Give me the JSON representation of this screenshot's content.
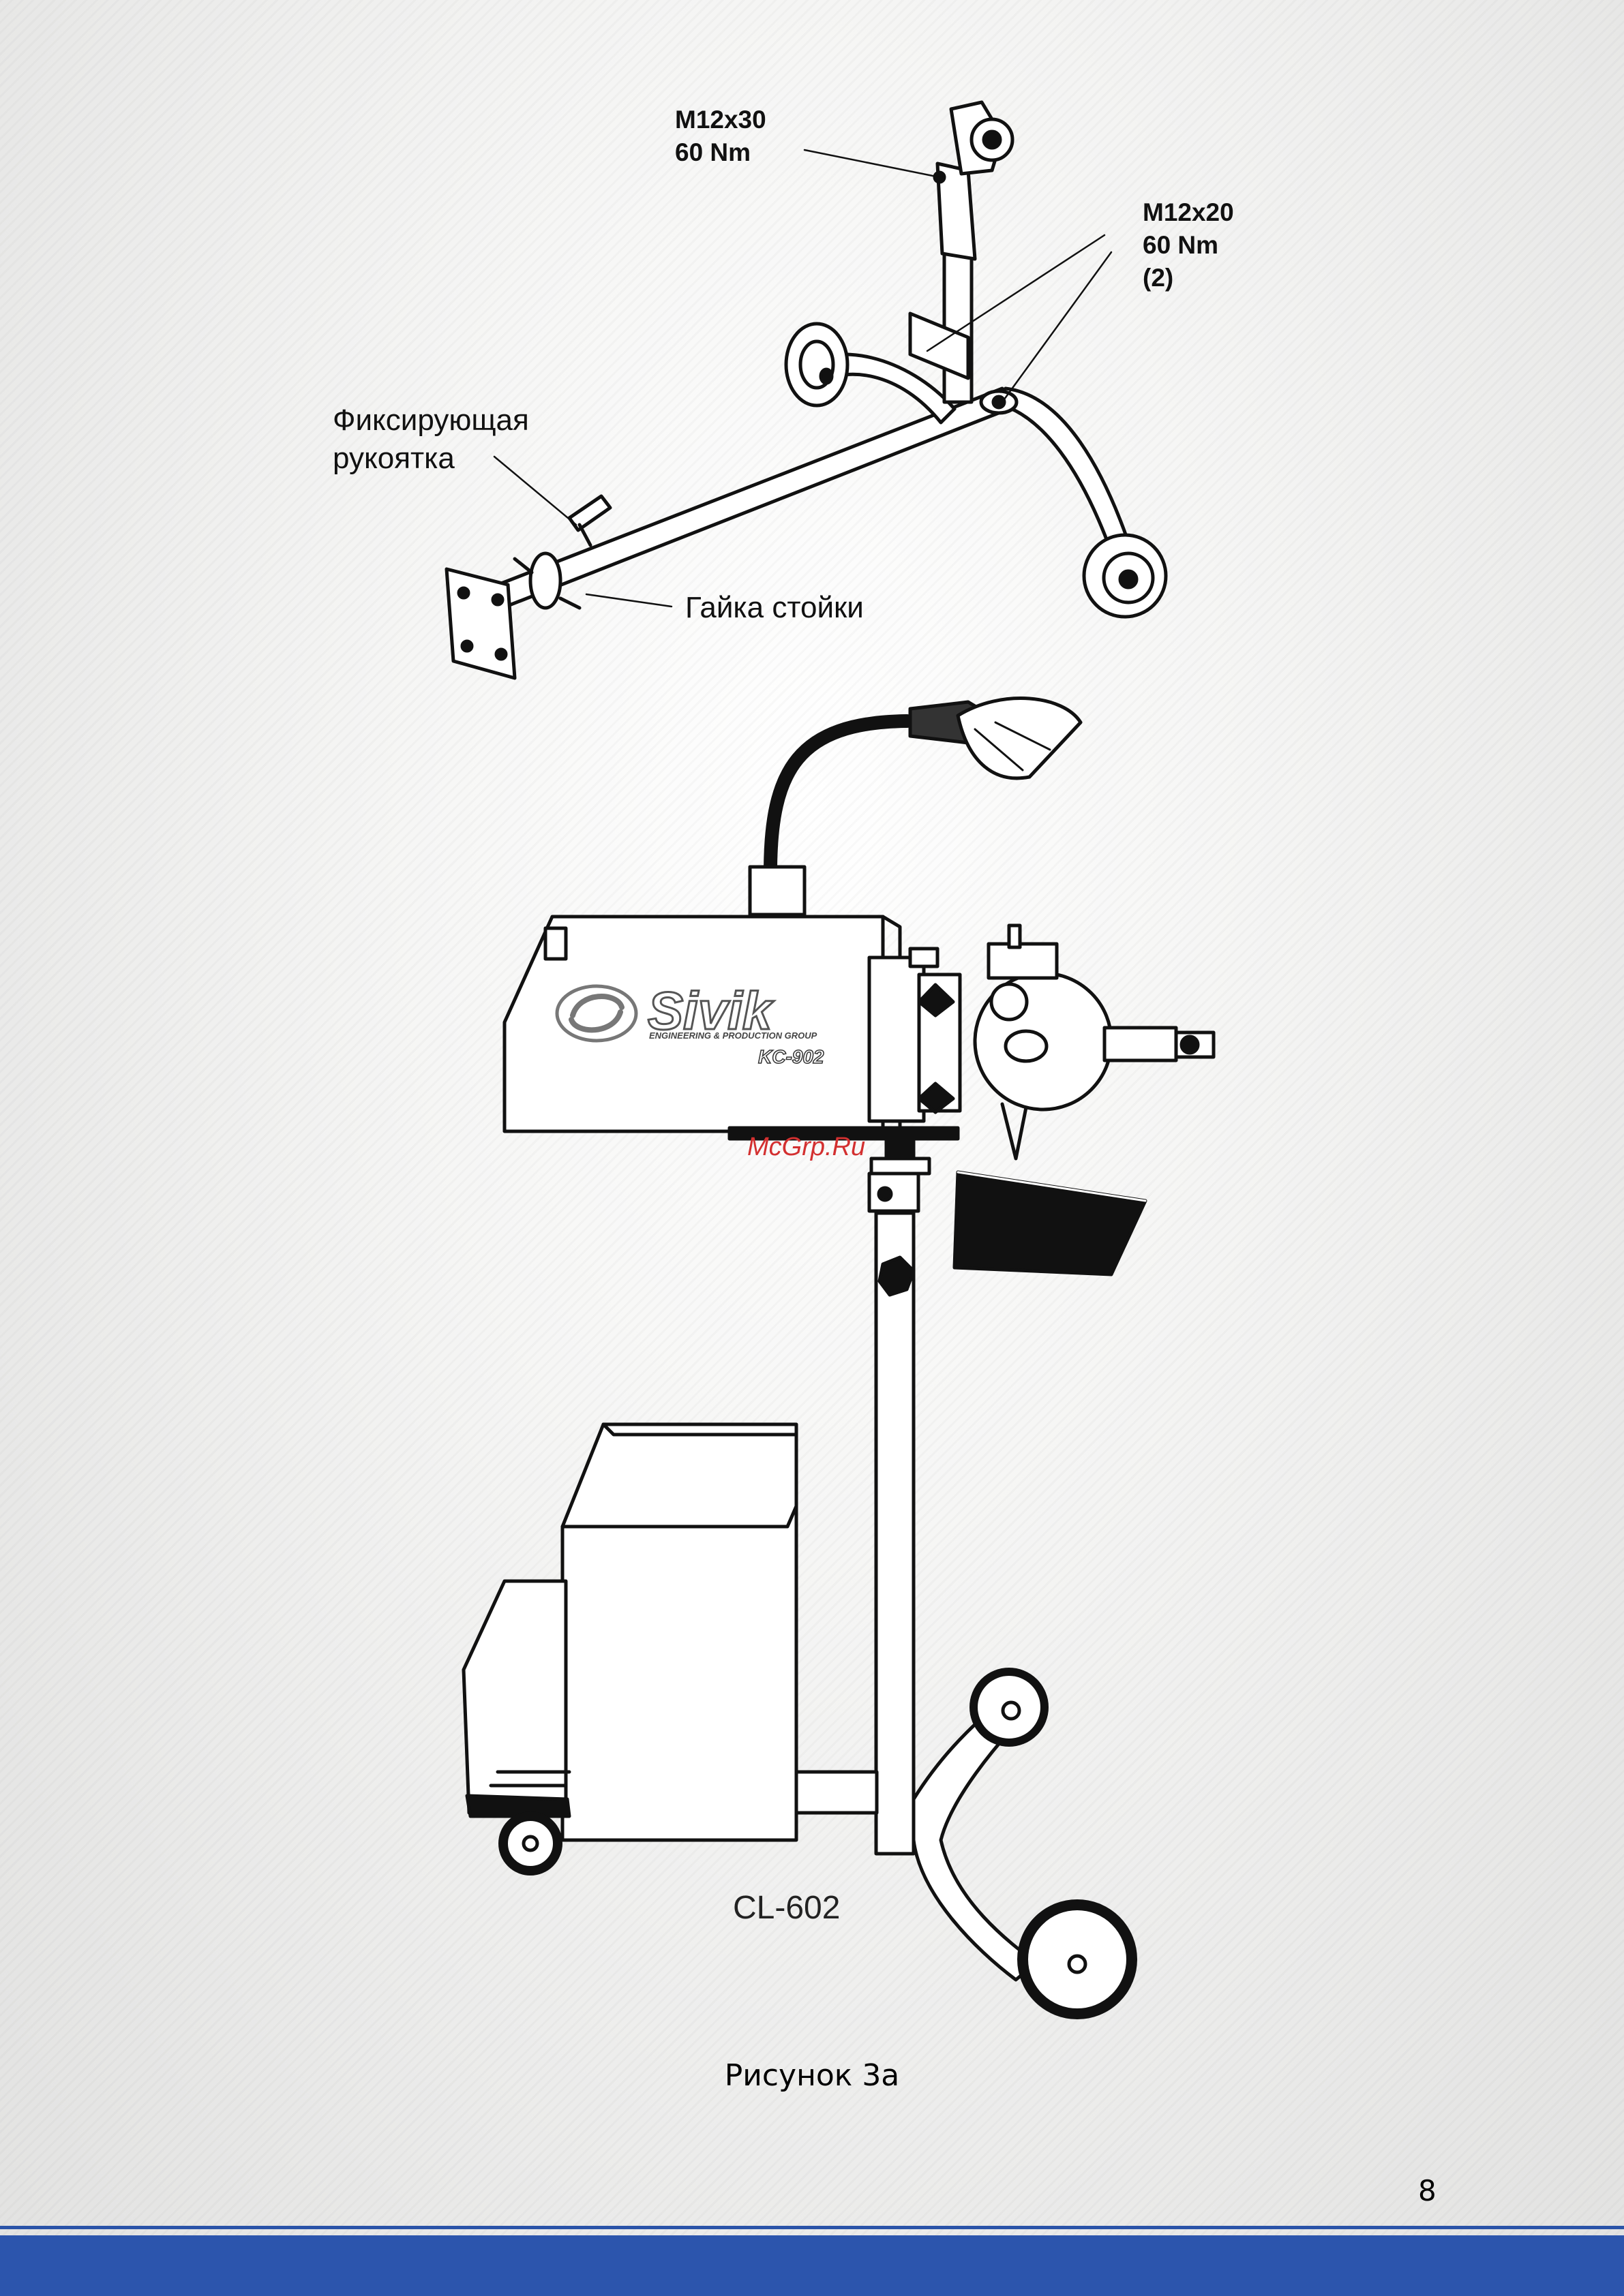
{
  "labels": {
    "bolt_top_size": "M12x30",
    "bolt_top_torque": "60 Nm",
    "bolt_side_size": "M12x20",
    "bolt_side_torque": "60 Nm",
    "bolt_side_count": "(2)",
    "locking_handle_line1": "Фиксирующая",
    "locking_handle_line2": "рукоятка",
    "stand_nut": "Гайка стойки"
  },
  "machine": {
    "brand": "Sivik",
    "brand_tagline": "ENGINEERING & PRODUCTION GROUP",
    "model_plate": "KC-902",
    "cart_model": "CL-602"
  },
  "watermark": "McGrp.Ru",
  "caption": "Рисунок 3а",
  "page_number": "8",
  "colors": {
    "footer_blue": "#2c55ad",
    "watermark_red": "#d33030",
    "line_art": "#111111"
  }
}
